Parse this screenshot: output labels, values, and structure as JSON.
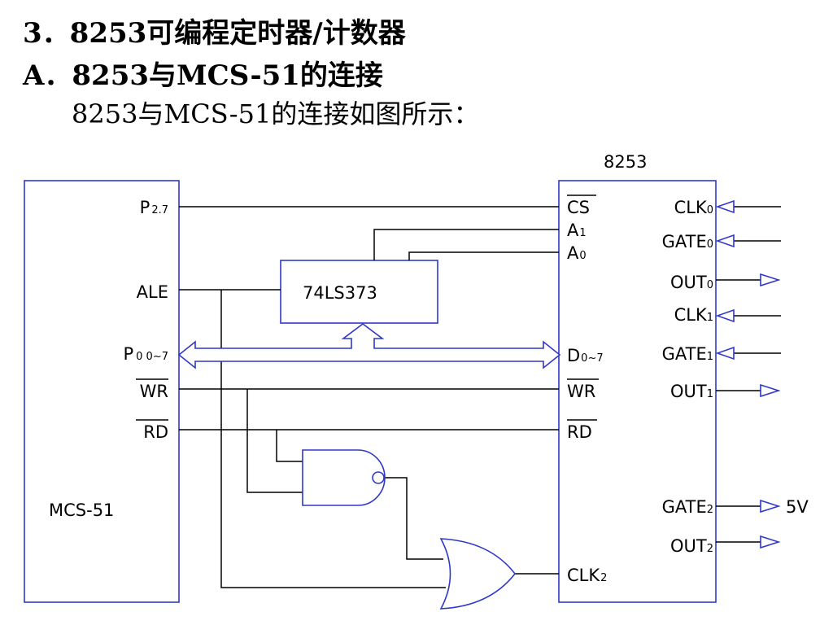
{
  "headings": {
    "section_title": "3．8253可编程定时器/计数器",
    "subsection_title": "A．8253与MCS-51的连接",
    "description": "8253与MCS-51的连接如图所示："
  },
  "diagram": {
    "chip_8253_label": "8253",
    "mcs51_label": "MCS-51",
    "latch_label": "74LS373",
    "mcs51_pins": {
      "p27": {
        "main": "P",
        "sub": "2.7"
      },
      "ale": "ALE",
      "p0": {
        "main": "P",
        "sub": "0  0~7"
      },
      "wr": "WR",
      "rd": "RD"
    },
    "chip_left_pins": {
      "cs": "CS",
      "a1": {
        "main": "A",
        "sub": "1"
      },
      "a0": {
        "main": "A",
        "sub": "0"
      },
      "d": {
        "main": "D",
        "sub": "0~7"
      },
      "wr": "WR",
      "rd": "RD",
      "clk2": {
        "main": "CLK",
        "sub": "2"
      }
    },
    "chip_right_pins": {
      "clk0": {
        "main": "CLK",
        "sub": "0"
      },
      "gate0": {
        "main": "GATE",
        "sub": "0"
      },
      "out0": {
        "main": "OUT",
        "sub": "0"
      },
      "clk1": {
        "main": "CLK",
        "sub": "1"
      },
      "gate1": {
        "main": "GATE",
        "sub": "1"
      },
      "out1": {
        "main": "OUT",
        "sub": "1"
      },
      "gate2": {
        "main": "GATE",
        "sub": "2"
      },
      "out2": {
        "main": "OUT",
        "sub": "2"
      }
    },
    "gate2_supply": "5V"
  }
}
